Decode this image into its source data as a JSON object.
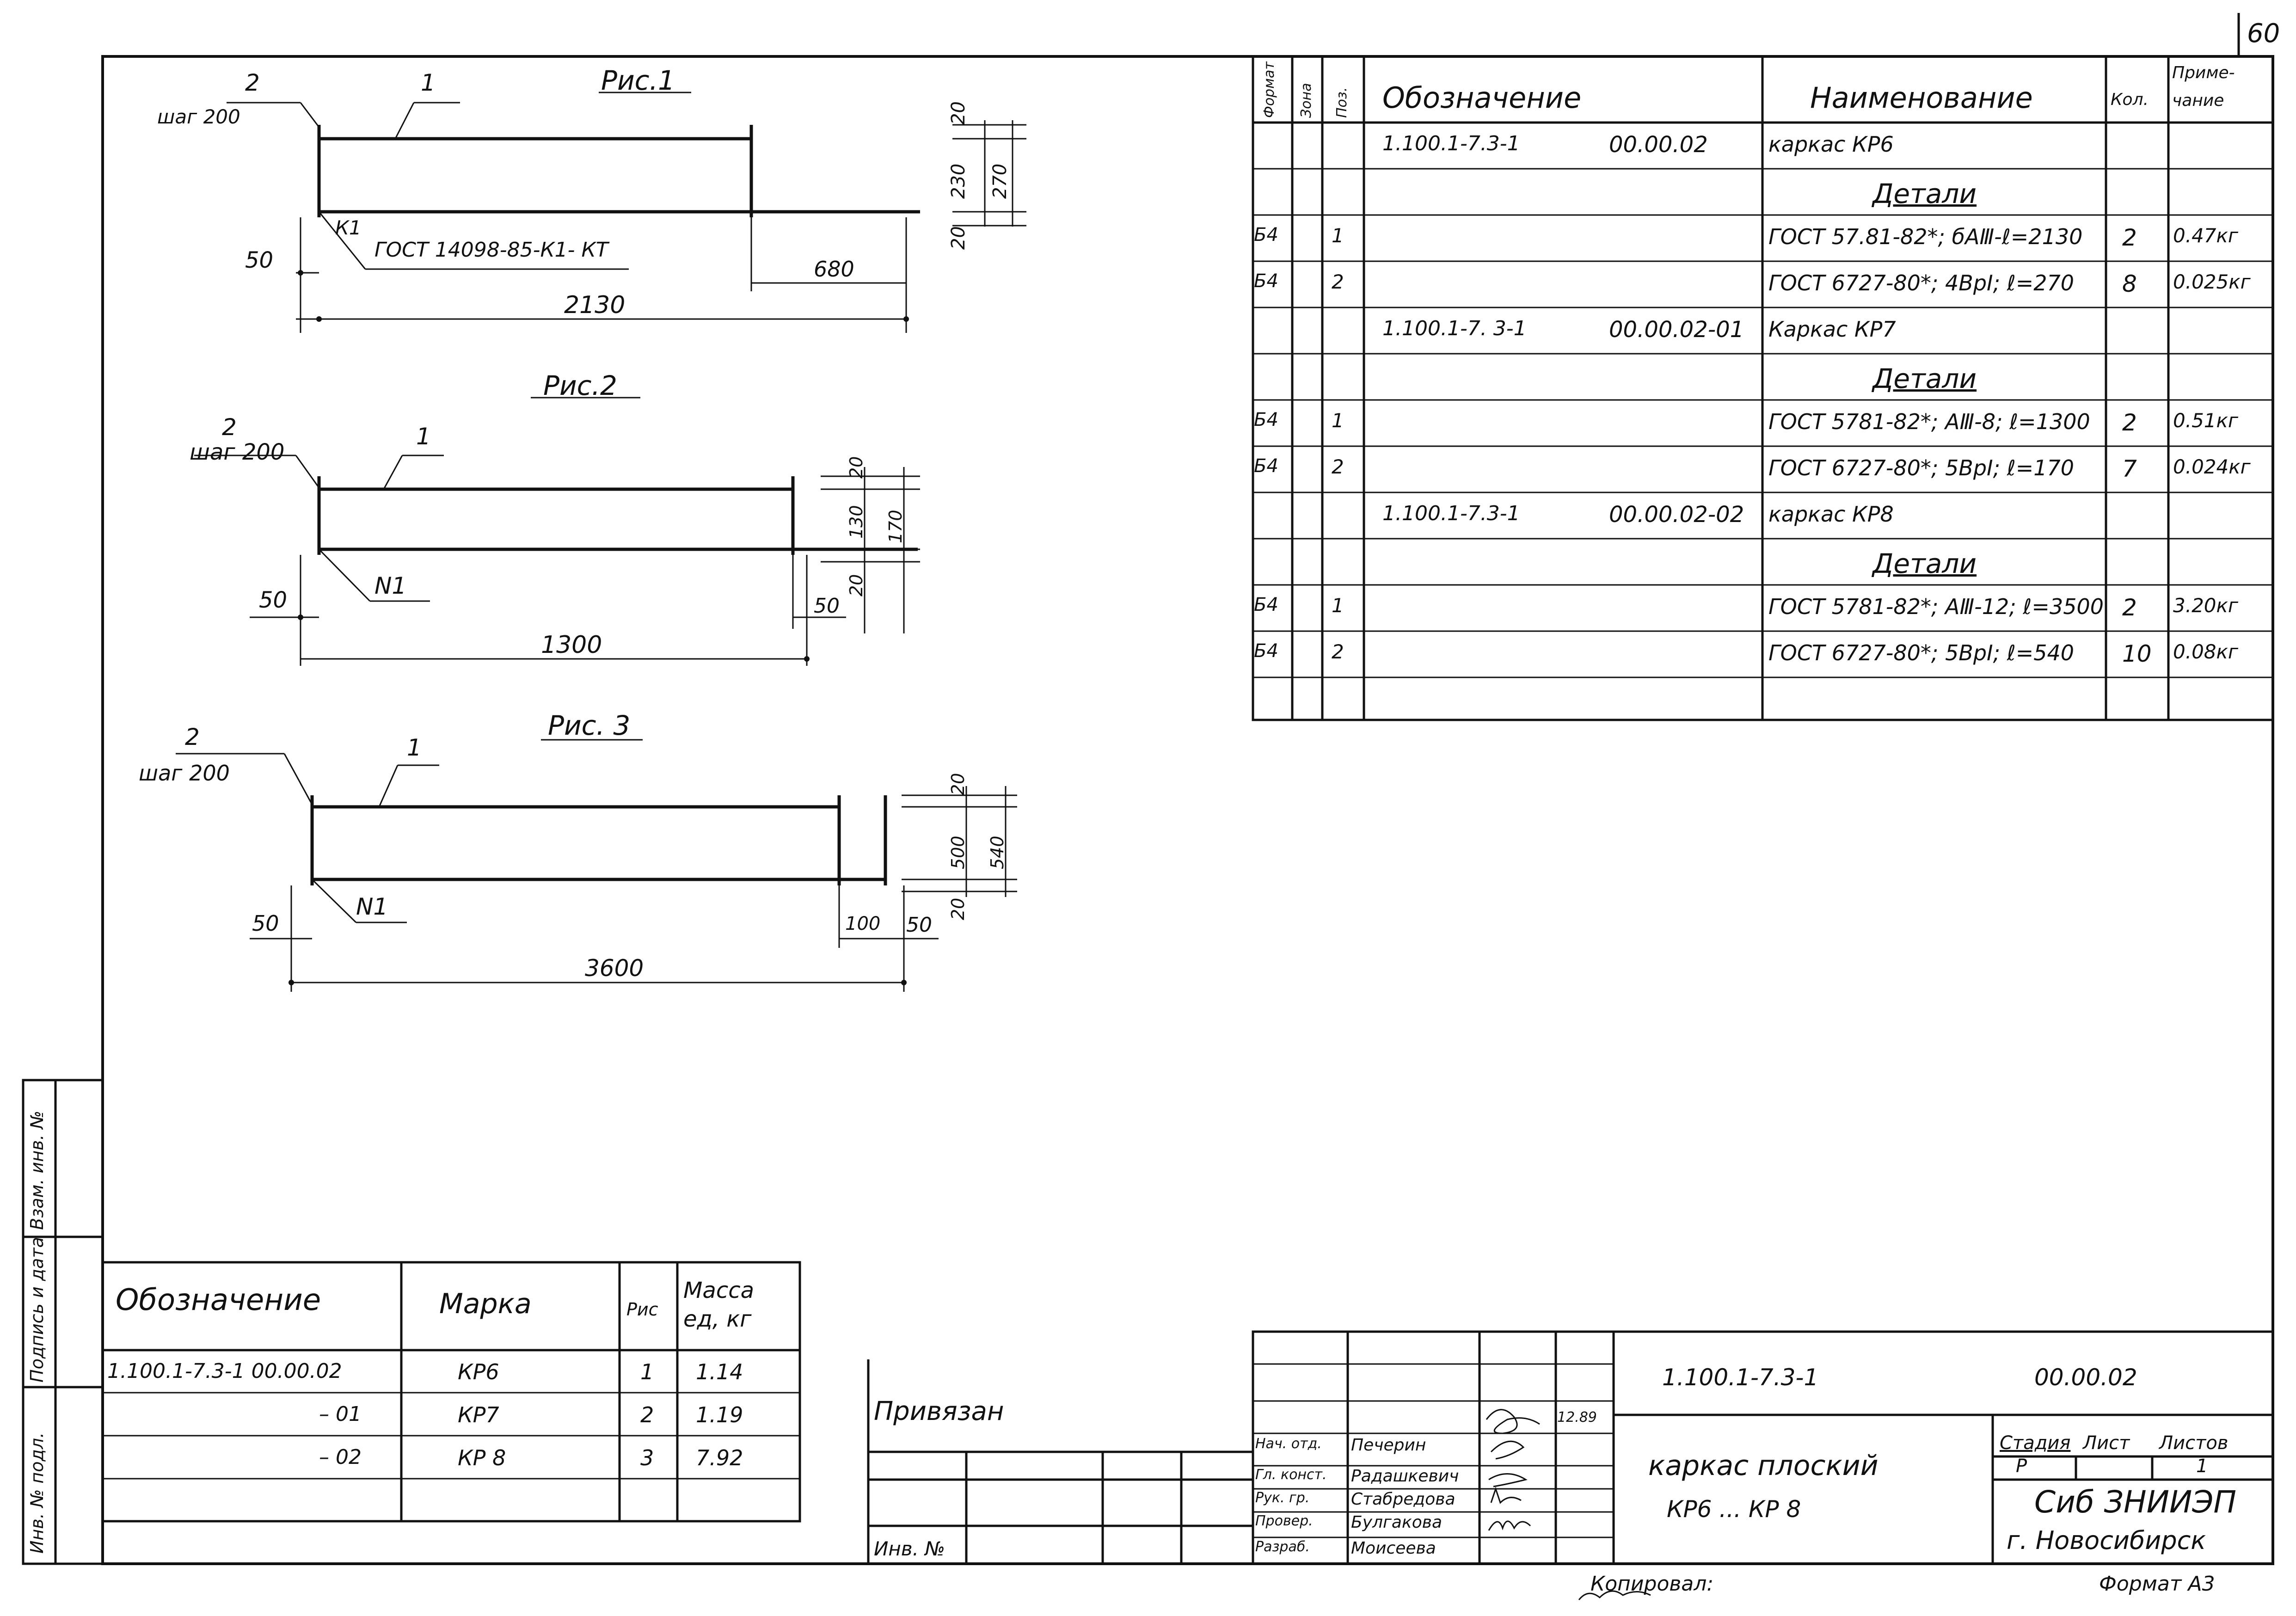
{
  "sheet_number": "60",
  "figures": [
    {
      "title": "Рис.1",
      "label_2": "2",
      "label_shag": "шаг 200",
      "label_1": "1",
      "label_weld": "К1",
      "label_gost": "ГОСТ 14098-85-К1- КТ",
      "dim_50": "50",
      "dim_total": "2130",
      "dim_right": "680",
      "dim_v1": "20",
      "dim_v2": "230",
      "dim_v3": "20",
      "dim_vtotal": "270"
    },
    {
      "title": "Рис.2",
      "label_2": "2",
      "label_shag": "шаг 200",
      "label_1": "1",
      "label_weld": "N1",
      "dim_50": "50",
      "dim_total": "1300",
      "dim_right": "50",
      "dim_v1": "20",
      "dim_v2": "130",
      "dim_v3": "20",
      "dim_vtotal": "170"
    },
    {
      "title": "Рис. 3",
      "label_2": "2",
      "label_shag": "шаг 200",
      "label_1": "1",
      "label_weld": "N1",
      "dim_50": "50",
      "dim_total": "3600",
      "dim_right_a": "100",
      "dim_right": "50",
      "dim_v1": "20",
      "dim_v2": "500",
      "dim_v3": "20",
      "dim_vtotal": "540"
    }
  ],
  "spec": {
    "headers": {
      "format": "Формат",
      "zone": "Зона",
      "pos": "Поз.",
      "designation": "Обозначение",
      "name": "Наименование",
      "qty": "Кол.",
      "note": "Приме- чание"
    },
    "rows": [
      {
        "format": "",
        "pos": "",
        "designation": "1.100.1-7.3-1",
        "designation2": "00.00.02",
        "name": "каркас   КР6",
        "qty": "",
        "note": "",
        "style": "plain"
      },
      {
        "format": "",
        "pos": "",
        "designation": "",
        "designation2": "",
        "name": "Детали",
        "qty": "",
        "note": "",
        "style": "heading"
      },
      {
        "format": "Б4",
        "pos": "1",
        "designation": "",
        "designation2": "",
        "name": "ГОСТ 57.81-82*; бАⅢ-ℓ=2130",
        "qty": "2",
        "note": "0.47кг",
        "style": "plain"
      },
      {
        "format": "Б4",
        "pos": "2",
        "designation": "",
        "designation2": "",
        "name": "ГОСТ 6727-80*; 4ВрI; ℓ=270",
        "qty": "8",
        "note": "0.025кг",
        "style": "plain"
      },
      {
        "format": "",
        "pos": "",
        "designation": "1.100.1-7. 3-1",
        "designation2": "00.00.02-01",
        "name": "Каркас КР7",
        "qty": "",
        "note": "",
        "style": "plain"
      },
      {
        "format": "",
        "pos": "",
        "designation": "",
        "designation2": "",
        "name": "Детали",
        "qty": "",
        "note": "",
        "style": "heading"
      },
      {
        "format": "Б4",
        "pos": "1",
        "designation": "",
        "designation2": "",
        "name": "ГОСТ 5781-82*; АⅢ-8; ℓ=1300",
        "qty": "2",
        "note": "0.51кг",
        "style": "plain"
      },
      {
        "format": "Б4",
        "pos": "2",
        "designation": "",
        "designation2": "",
        "name": "ГОСТ 6727-80*; 5ВрI; ℓ=170",
        "qty": "7",
        "note": "0.024кг",
        "style": "plain"
      },
      {
        "format": "",
        "pos": "",
        "designation": "1.100.1-7.3-1",
        "designation2": "00.00.02-02",
        "name": "каркас КР8",
        "qty": "",
        "note": "",
        "style": "plain"
      },
      {
        "format": "",
        "pos": "",
        "designation": "",
        "designation2": "",
        "name": "Детали",
        "qty": "",
        "note": "",
        "style": "heading"
      },
      {
        "format": "Б4",
        "pos": "1",
        "designation": "",
        "designation2": "",
        "name": "ГОСТ 5781-82*; АⅢ-12; ℓ=3500",
        "qty": "2",
        "note": "3.20кг",
        "style": "plain"
      },
      {
        "format": "Б4",
        "pos": "2",
        "designation": "",
        "designation2": "",
        "name": "ГОСТ 6727-80*; 5ВрI; ℓ=540",
        "qty": "10",
        "note": "0.08кг",
        "style": "plain"
      },
      {
        "format": "",
        "pos": "",
        "designation": "",
        "designation2": "",
        "name": "",
        "qty": "",
        "note": "",
        "style": "plain"
      }
    ]
  },
  "mass_table": {
    "headers": {
      "designation": "Обозначение",
      "mark": "Марка",
      "fig": "Рис",
      "mass": "Масса ед, кг"
    },
    "rows": [
      {
        "designation": "1.100.1-7.3-1   00.00.02",
        "mark": "КР6",
        "fig": "1",
        "mass": "1.14"
      },
      {
        "designation": "– 01",
        "mark": "КР7",
        "fig": "2",
        "mass": "1.19"
      },
      {
        "designation": "– 02",
        "mark": "КР 8",
        "fig": "3",
        "mass": "7.92"
      },
      {
        "designation": "",
        "mark": "",
        "fig": "",
        "mass": ""
      }
    ]
  },
  "side_strip": [
    "Инв. № подл.",
    "Подпись и дата",
    "Взам. инв. №"
  ],
  "binding": {
    "label": "Привязан",
    "inv_label": "Инв. №"
  },
  "title_block": {
    "doc_code": "1.100.1-7.3-1",
    "doc_code2": "00.00.02",
    "title": "каркас  плоский",
    "subtitle": "КР6 ... КР 8",
    "stage_label": "Стадия",
    "sheet_label": "Лист",
    "sheets_label": "Листов",
    "stage": "Р",
    "sheet": "",
    "sheets": "1",
    "org": "Сиб ЗНИИЭП",
    "city": "г. Новосибирск",
    "date": "12.89",
    "people": [
      {
        "role": "Нач. отд.",
        "name": "Печерин"
      },
      {
        "role": "Гл. конст.",
        "name": "Радашкевич"
      },
      {
        "role": "Рук. гр.",
        "name": "Стабредова"
      },
      {
        "role": "Провер.",
        "name": "Булгакова"
      },
      {
        "role": "Разраб.",
        "name": "Моисеева"
      }
    ]
  },
  "copied_by": "Копировал:",
  "format": "Формат  А3"
}
